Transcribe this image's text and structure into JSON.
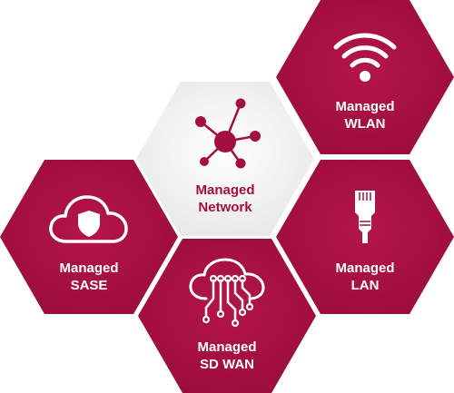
{
  "colors": {
    "primary": "#a3103f",
    "light_tile": "#efefef",
    "text_on_dark": "#ffffff"
  },
  "tiles": [
    {
      "id": "wlan",
      "line1": "Managed",
      "line2": "WLAN",
      "icon": "wifi-icon",
      "style": "dark"
    },
    {
      "id": "network",
      "line1": "Managed",
      "line2": "Network",
      "icon": "network-hub-icon",
      "style": "light"
    },
    {
      "id": "sase",
      "line1": "Managed",
      "line2": "SASE",
      "icon": "cloud-shield-icon",
      "style": "dark"
    },
    {
      "id": "lan",
      "line1": "Managed",
      "line2": "LAN",
      "icon": "ethernet-plug-icon",
      "style": "dark"
    },
    {
      "id": "sdwan",
      "line1": "Managed",
      "line2": "SD WAN",
      "icon": "cloud-circuit-icon",
      "style": "dark"
    }
  ]
}
